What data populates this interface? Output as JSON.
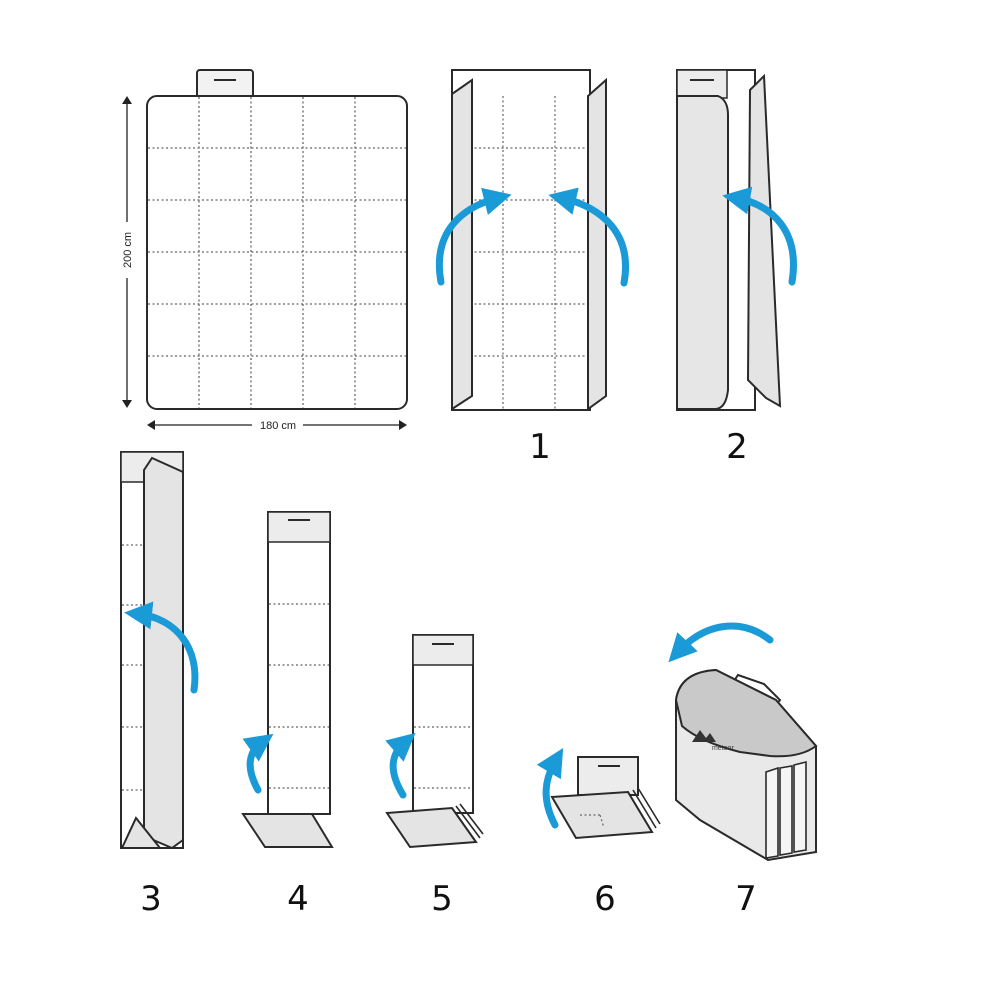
{
  "dimensions": {
    "height": "200 cm",
    "width": "180 cm"
  },
  "steps": [
    {
      "label": "1"
    },
    {
      "label": "2"
    },
    {
      "label": "3"
    },
    {
      "label": "4"
    },
    {
      "label": "5"
    },
    {
      "label": "6"
    },
    {
      "label": "7"
    }
  ],
  "bag_brand": "meteor",
  "colors": {
    "arrow": "#1a9ad6",
    "outline": "#2a2a2a",
    "fold_fill": "#e4e4e4",
    "bag_fill": "#c9c9c9",
    "background": "#ffffff"
  },
  "icons": {
    "fold_arrow": "curved-arrow-icon",
    "bag_logo": "mountain-logo-icon"
  }
}
